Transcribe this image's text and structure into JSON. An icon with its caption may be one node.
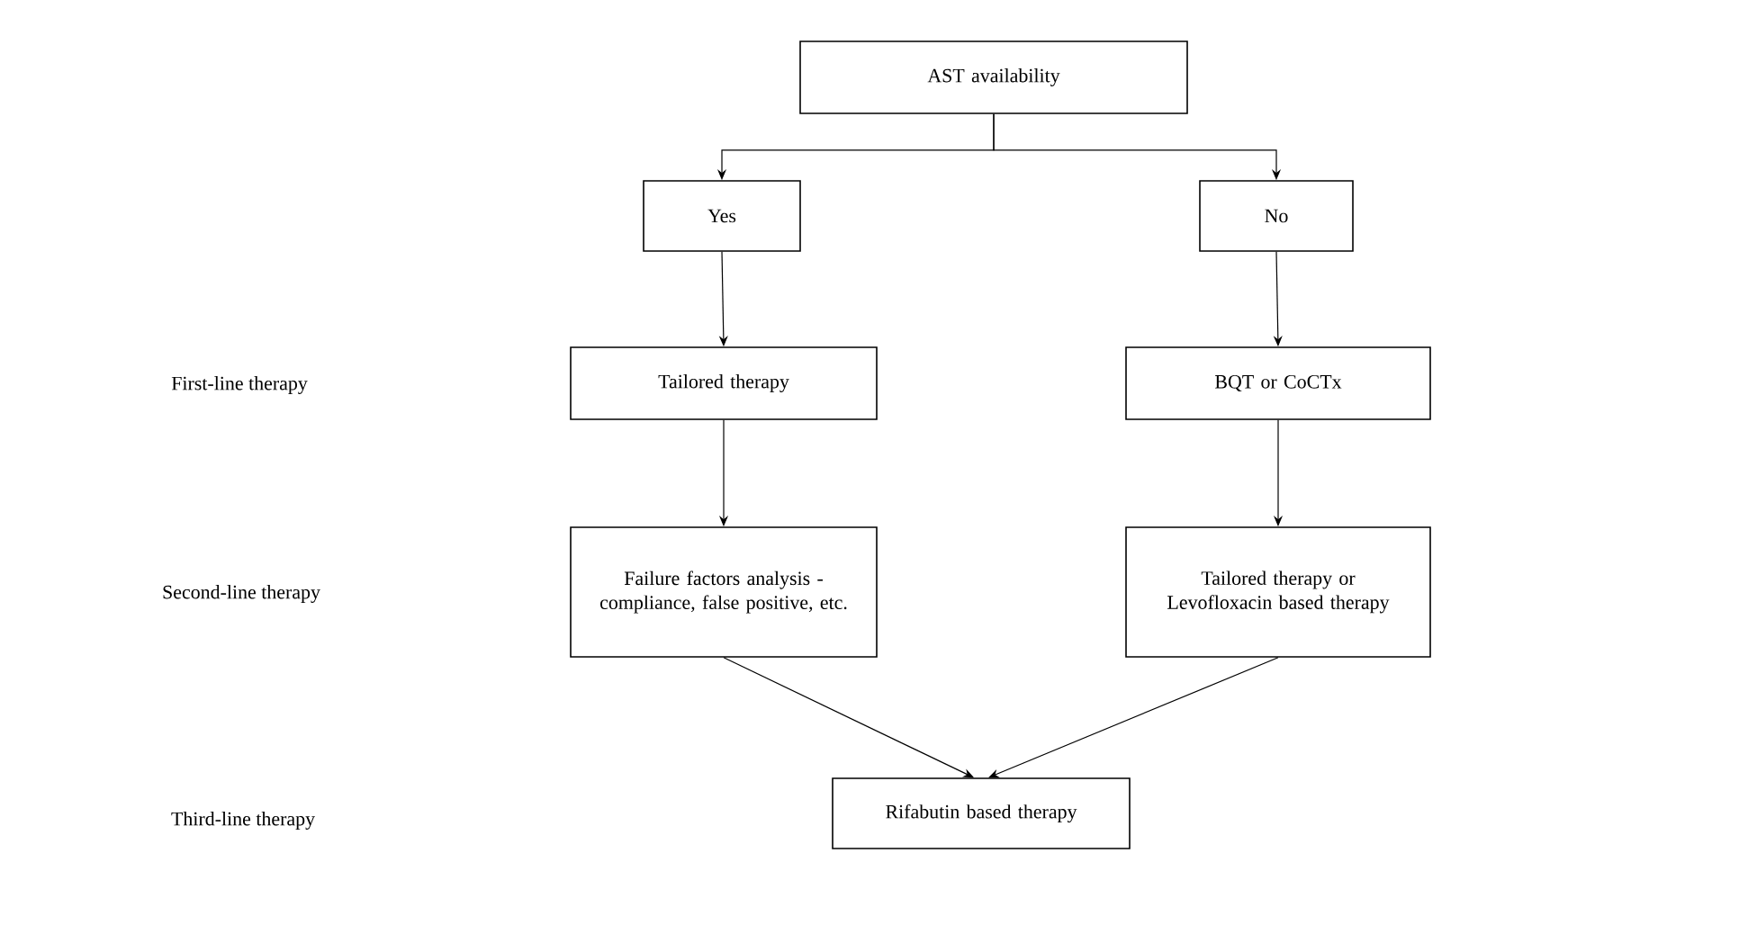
{
  "diagram": {
    "nodes": [
      {
        "text": [
          "AST availability"
        ]
      },
      {
        "text": [
          "Yes"
        ]
      },
      {
        "text": [
          "No"
        ]
      },
      {
        "text": [
          "Tailored therapy"
        ]
      },
      {
        "text": [
          "BQT or CoCTx"
        ]
      },
      {
        "text": [
          "Failure factors analysis - compliance, false positive, etc."
        ]
      },
      {
        "text": [
          "Tailored therapy or Levofloxacin based therapy"
        ]
      },
      {
        "text": [
          "Rifabutin based therapy"
        ]
      }
    ],
    "edges": [
      {
        "from": 0,
        "to": 1,
        "arrow": "to"
      },
      {
        "from": 0,
        "to": 2,
        "arrow": "to"
      },
      {
        "from": 1,
        "to": 3,
        "arrow": "to"
      },
      {
        "from": 2,
        "to": 4,
        "arrow": "to"
      },
      {
        "from": 3,
        "to": 5,
        "arrow": "to"
      },
      {
        "from": 4,
        "to": 6,
        "arrow": "to"
      },
      {
        "from": 5,
        "to": 7,
        "arrow": "to"
      },
      {
        "from": 6,
        "to": 7,
        "arrow": "to"
      }
    ],
    "labels": [
      "First-line therapy",
      "Second-line therapy",
      "Third-line therapy"
    ]
  }
}
